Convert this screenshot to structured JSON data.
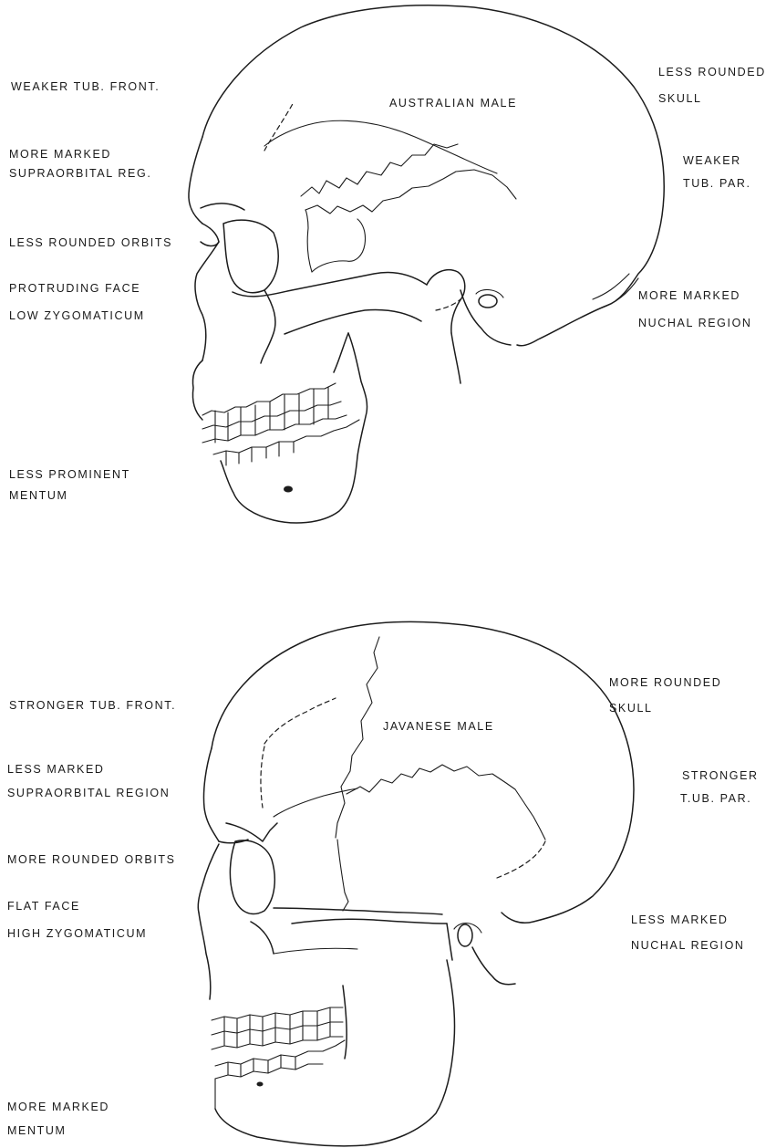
{
  "figures": [
    {
      "title": "AUSTRALIAN MALE",
      "left_labels": {
        "tub_front": "WEAKER TUB. FRONT.",
        "supraorbital_1": "MORE MARKED",
        "supraorbital_2": "SUPRAORBITAL REG.",
        "orbits": "LESS ROUNDED ORBITS",
        "face": "PROTRUDING FACE",
        "zygomaticum": "LOW ZYGOMATICUM",
        "mentum_1": "LESS PROMINENT",
        "mentum_2": "MENTUM"
      },
      "right_labels": {
        "skull_1": "LESS ROUNDED",
        "skull_2": "SKULL",
        "tub_par_1": "WEAKER",
        "tub_par_2": "TUB. PAR.",
        "nuchal_1": "MORE MARKED",
        "nuchal_2": "NUCHAL REGION"
      }
    },
    {
      "title": "JAVANESE MALE",
      "left_labels": {
        "tub_front": "STRONGER TUB. FRONT.",
        "supraorbital_1": "LESS MARKED",
        "supraorbital_2": "SUPRAORBITAL REGION",
        "orbits": "MORE ROUNDED ORBITS",
        "face": "FLAT FACE",
        "zygomaticum": "HIGH ZYGOMATICUM",
        "mentum_1": "MORE MARKED",
        "mentum_2": "MENTUM"
      },
      "right_labels": {
        "skull_1": "MORE ROUNDED",
        "skull_2": "SKULL",
        "tub_par_1": "STRONGER",
        "tub_par_2": "T.UB. PAR.",
        "nuchal_1": "LESS MARKED",
        "nuchal_2": "NUCHAL REGION"
      }
    }
  ]
}
